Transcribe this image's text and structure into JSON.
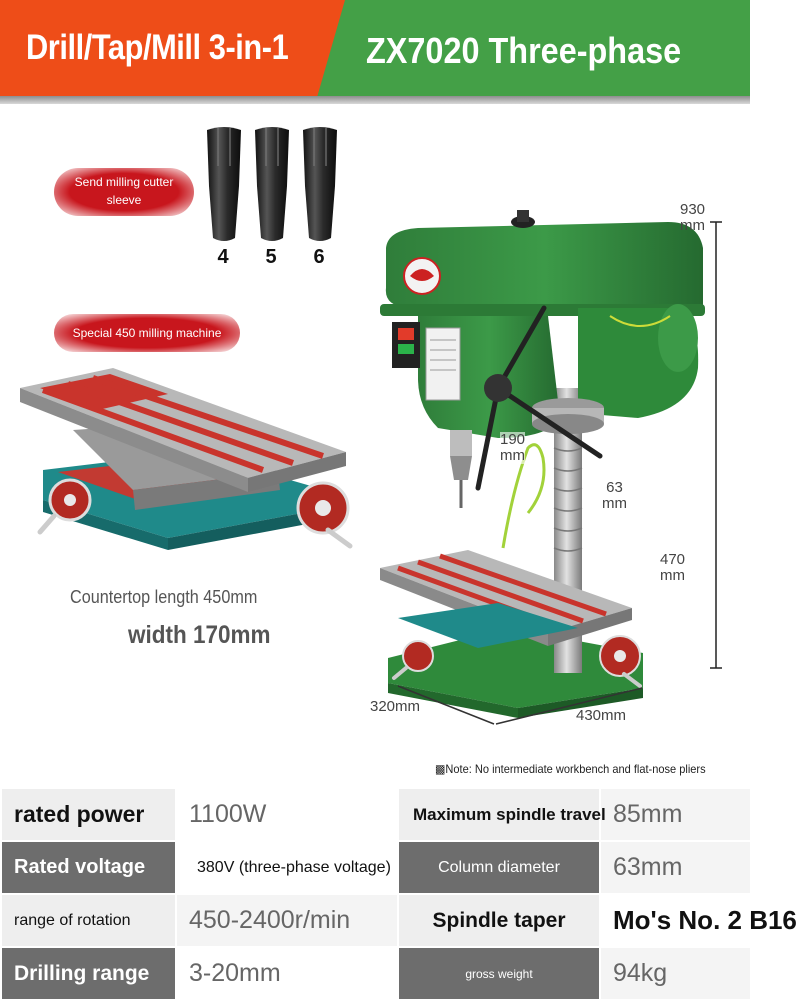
{
  "banner": {
    "left_title": "Drill/Tap/Mill 3-in-1",
    "right_title": "ZX7020 Three-phase",
    "left_color": "#ee4d18",
    "right_color": "#44a047"
  },
  "tags": {
    "sleeve_tag_line1": "Send milling cutter",
    "sleeve_tag_line2": "sleeve",
    "table_tag": "Special 450 milling machine",
    "tag_color": "#c8161d"
  },
  "sleeves": [
    "4",
    "5",
    "6"
  ],
  "countertop": {
    "length": "Countertop length 450mm",
    "width": "width 170mm"
  },
  "dimensions": {
    "height_value": "930",
    "height_unit": "mm",
    "spindle_value": "190",
    "spindle_unit": "mm",
    "column_value": "63",
    "column_unit": "mm",
    "table_height_value": "470",
    "table_height_unit": "mm",
    "depth": "320mm",
    "width": "430mm"
  },
  "note": "▩Note: No intermediate workbench and flat-nose pliers",
  "specs": [
    {
      "label1": "rated power",
      "value1": "1100W",
      "label2": "Maximum spindle travel",
      "value2": "85mm"
    },
    {
      "label1": "Rated voltage",
      "value1": "380V (three-phase voltage)",
      "label2": "Column diameter",
      "value2": "63mm"
    },
    {
      "label1": "range of rotation",
      "value1": "450-2400r/min",
      "label2": "Spindle taper",
      "value2": "Mo's No. 2 B16"
    },
    {
      "label1": "Drilling range",
      "value1": "3-20mm",
      "label2": "gross weight",
      "value2": "94kg"
    }
  ]
}
